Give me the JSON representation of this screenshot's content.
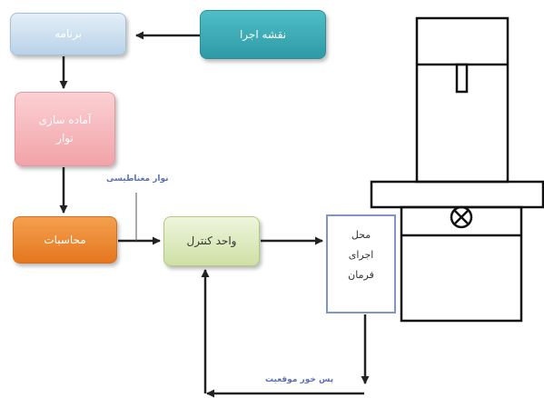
{
  "nodes": {
    "map": "نقشه اجرا",
    "program": "برنامه",
    "tape_prep": [
      "آماده سازی",
      "نوار"
    ],
    "calculations": "محاسبات",
    "control_unit": "واحد کنترل",
    "executor": [
      "محل",
      "اجرای",
      "فرمان"
    ]
  },
  "labels": {
    "magnetic_tape": "نوار مغناطیسی",
    "position_feedback": "پس خور موقعیت"
  },
  "colors": {
    "map": "#3aa9b4",
    "program": "#c9ddef",
    "tape_prep": "#f5b3b8",
    "calculations": "#ec8a35",
    "control_unit": "#dbe8bd",
    "executor_border": "#7f95c9",
    "label_text": "#5b6fb8"
  }
}
